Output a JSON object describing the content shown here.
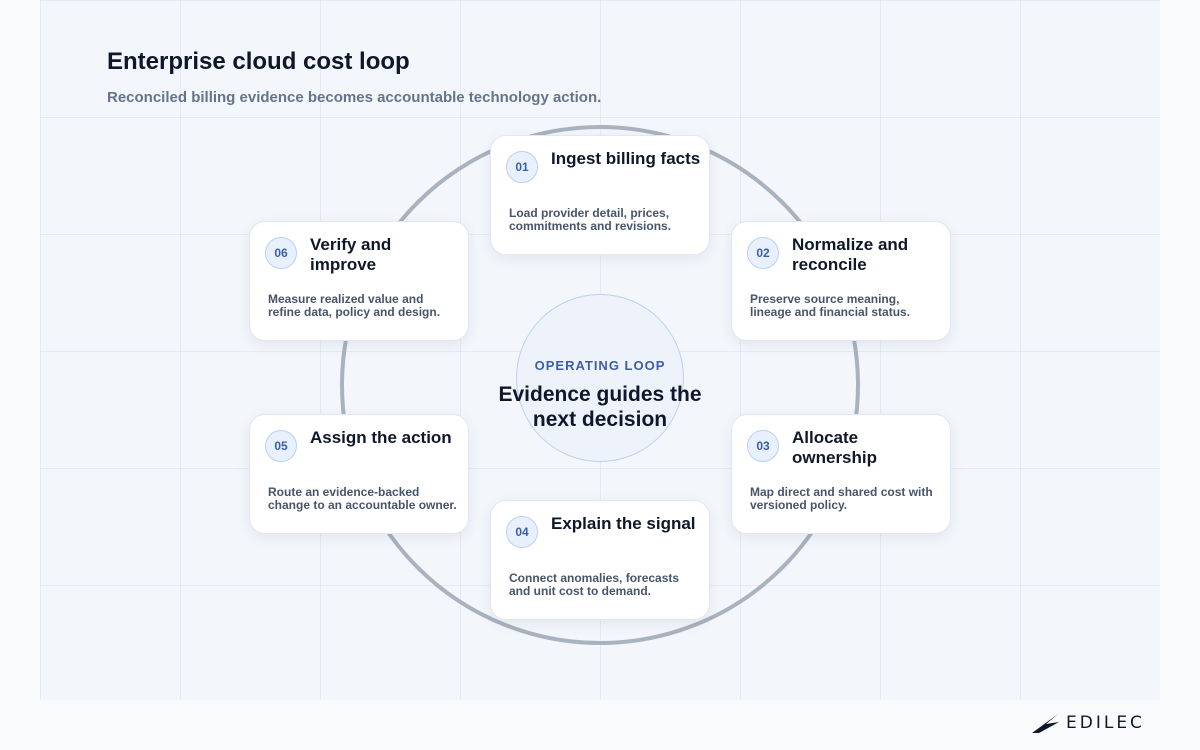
{
  "header": {
    "title": "Enterprise cloud cost loop",
    "subtitle": "Reconciled billing evidence becomes accountable technology action."
  },
  "center": {
    "tag": "OPERATING LOOP",
    "text": "Evidence guides the next decision"
  },
  "steps": [
    {
      "number": "01",
      "title": "Ingest billing facts",
      "description": "Load provider detail, prices, commitments and revisions."
    },
    {
      "number": "02",
      "title": "Normalize and reconcile",
      "description": "Preserve source meaning, lineage and financial status."
    },
    {
      "number": "03",
      "title": "Allocate ownership",
      "description": "Map direct and shared cost with versioned policy."
    },
    {
      "number": "04",
      "title": "Explain the signal",
      "description": "Connect anomalies, forecasts and unit cost to demand."
    },
    {
      "number": "05",
      "title": "Assign the action",
      "description": "Route an evidence-backed change to an accountable owner."
    },
    {
      "number": "06",
      "title": "Verify and improve",
      "description": "Measure realized value and refine data, policy and design."
    }
  ],
  "brand": {
    "name": "EDILEC"
  },
  "colors": {
    "accent": "#3b5ea8",
    "ring": "#a9b2bf",
    "title": "#0f172a"
  }
}
